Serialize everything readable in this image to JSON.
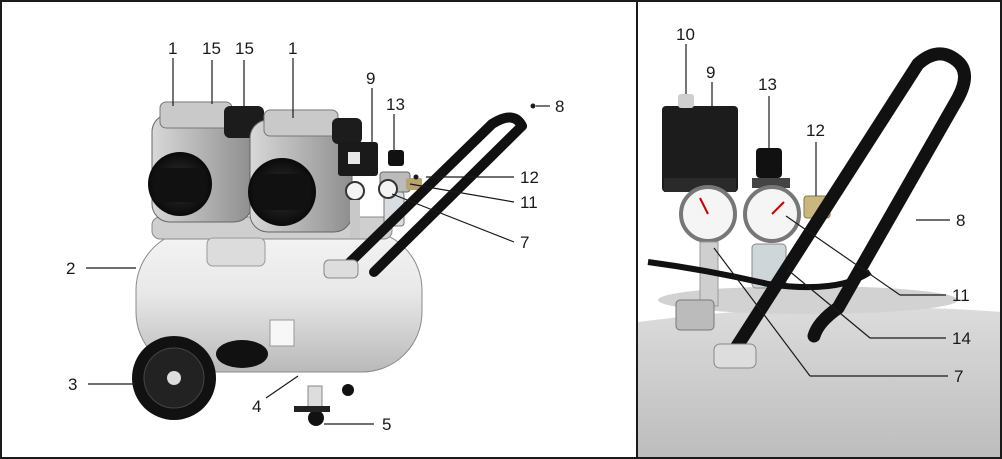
{
  "left_callouts": {
    "c1a": "1",
    "c15a": "15",
    "c15b": "15",
    "c1b": "1",
    "c9": "9",
    "c13": "13",
    "c8": "8",
    "c12": "12",
    "c11": "11",
    "c7": "7",
    "c2": "2",
    "c3": "3",
    "c4": "4",
    "c5": "5"
  },
  "right_callouts": {
    "c10": "10",
    "c9": "9",
    "c13": "13",
    "c12": "12",
    "c8": "8",
    "c11": "11",
    "c14": "14",
    "c7": "7"
  },
  "colors": {
    "frame": "#1a1a1a",
    "tank": "#e6e6e6",
    "motor": "#9a9a9a",
    "handle": "#111111",
    "label_text": "#1a1a1a"
  }
}
